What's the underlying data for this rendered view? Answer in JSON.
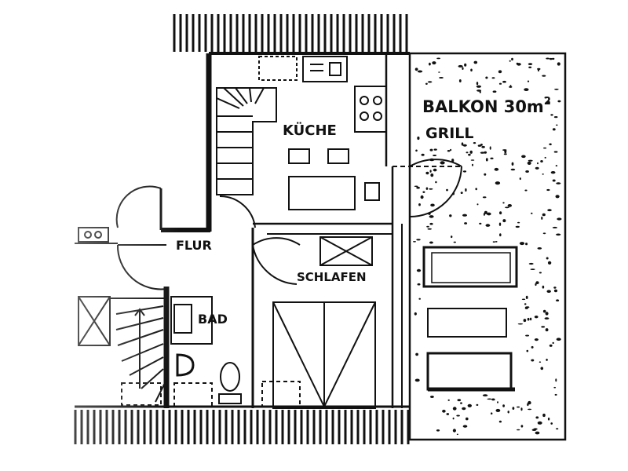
{
  "rooms": {
    "kitchen": "KÜCHE",
    "balcony": "BALKON 30m",
    "balcony_sup": "2",
    "grill": "GRILL",
    "hall": "FLUR",
    "bedroom": "SCHLAFEN",
    "bath": "BAD"
  },
  "colors": {
    "ink": "#111111",
    "paper": "#ffffff"
  }
}
